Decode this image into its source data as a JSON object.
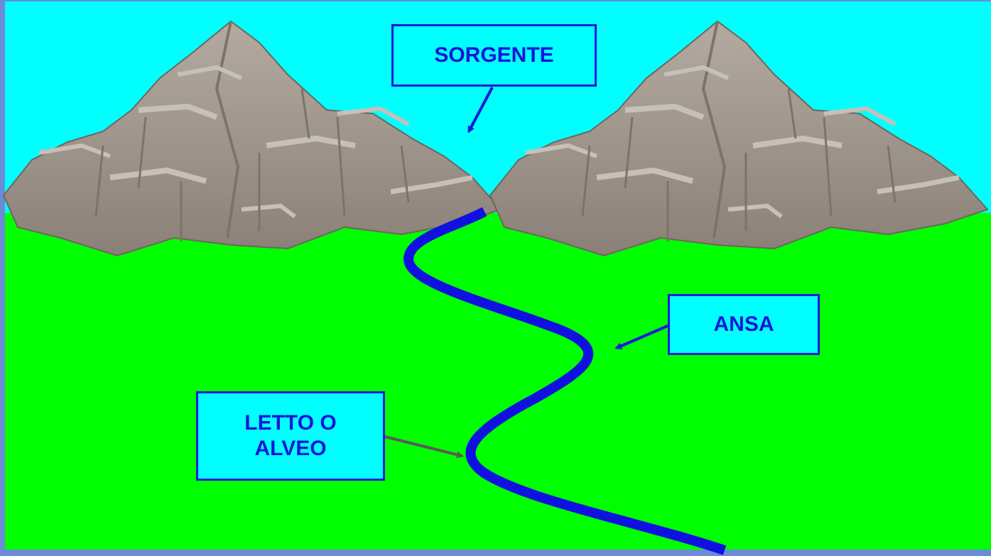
{
  "labels": {
    "sorgente": "SORGENTE",
    "ansa": "ANSA",
    "letto": "LETTO O ALVEO"
  },
  "colors": {
    "sky": "#00ffff",
    "grass": "#00ff00",
    "river": "#1010e0",
    "label_fill": "#00ffff",
    "label_border": "#1a1adb",
    "label_text": "#1616d9",
    "arrow_blue": "#1a1adb",
    "arrow_gray": "#5a5a5a",
    "rock": "#a49a90"
  },
  "icons": [
    "mountain-left",
    "mountain-right"
  ]
}
